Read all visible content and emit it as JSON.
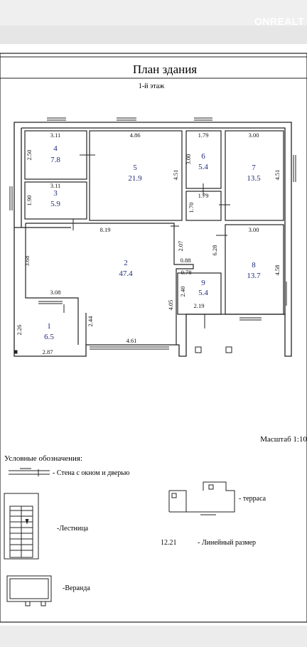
{
  "watermark": "ONREALT",
  "title": "План здания",
  "floor": "1-й этаж",
  "rooms": [
    {
      "num": "1",
      "area": "6.5"
    },
    {
      "num": "2",
      "area": "47.4"
    },
    {
      "num": "3",
      "area": "5.9"
    },
    {
      "num": "4",
      "area": "7.8"
    },
    {
      "num": "5",
      "area": "21.9"
    },
    {
      "num": "6",
      "area": "5.4"
    },
    {
      "num": "7",
      "area": "13.5"
    },
    {
      "num": "8",
      "area": "13.7"
    },
    {
      "num": "9",
      "area": "5.4"
    }
  ],
  "dimensions": {
    "d1": "3.11",
    "d2": "4.86",
    "d3": "1.79",
    "d4": "3.00",
    "d5": "2.50",
    "d6": "3.00",
    "d7": "4.51",
    "d8": "4.51",
    "d9": "3.11",
    "d10": "1.79",
    "d11": "1.90",
    "d12": "1.70",
    "d13": "8.19",
    "d14": "3.00",
    "d15": "2.07",
    "d16": "6.28",
    "d17": "3.68",
    "d18": "0.88",
    "d19": "0.78",
    "d20": "4.58",
    "d21": "2.40",
    "d22": "4.05",
    "d23": "3.08",
    "d24": "2.19",
    "d25": "2.44",
    "d26": "2.26",
    "d27": "4.61",
    "d28": "2.87"
  },
  "scale": "Масштаб 1:10",
  "legend": {
    "heading": "Условные обозначения:",
    "wall": "- Стена с окном и дверью",
    "terrace": "- терраса",
    "stairs": "-Лестница",
    "linear_value": "12.21",
    "linear": "- Линейный размер",
    "veranda": "-Веранда"
  }
}
